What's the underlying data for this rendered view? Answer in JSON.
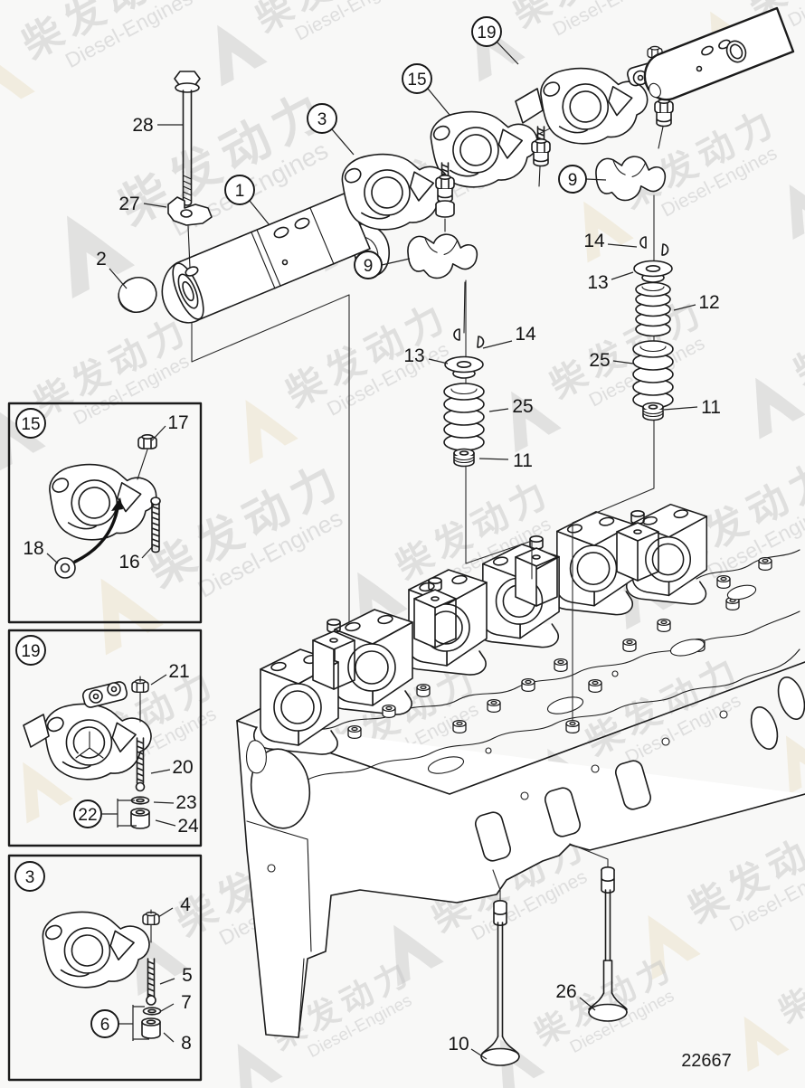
{
  "figure": {
    "drawing_number": "22667"
  },
  "watermark": {
    "cn": "柴发动力",
    "en": "Diesel-Engines"
  },
  "labels": {
    "c1": "1",
    "c2": "2",
    "c3": "3",
    "c9l": "9",
    "c9r": "9",
    "c10": "10",
    "c11l": "11",
    "c11r": "11",
    "c12": "12",
    "c13l": "13",
    "c13r": "13",
    "c14l": "14",
    "c14r": "14",
    "c15": "15",
    "c19": "19",
    "c25l": "25",
    "c25r": "25",
    "c26": "26",
    "c27": "27",
    "c28": "28",
    "i15_box": "15",
    "i15_16": "16",
    "i15_17": "17",
    "i15_18": "18",
    "i19_box": "19",
    "i19_20": "20",
    "i19_21": "21",
    "i19_22": "22",
    "i19_23": "23",
    "i19_24": "24",
    "i3_box": "3",
    "i3_4": "4",
    "i3_5": "5",
    "i3_6": "6",
    "i3_7": "7",
    "i3_8": "8"
  }
}
